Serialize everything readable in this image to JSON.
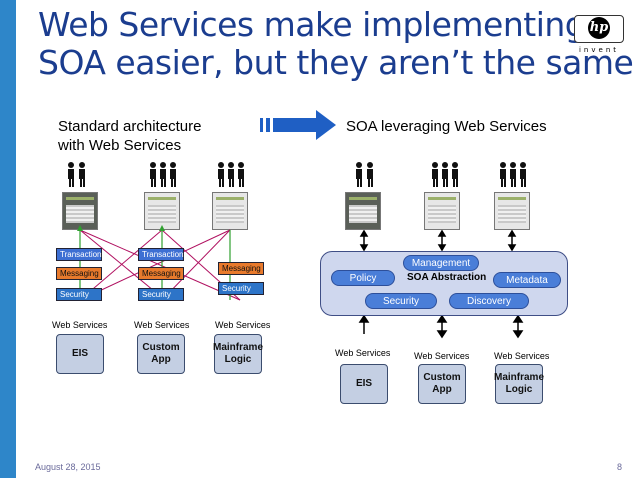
{
  "title": {
    "line1": "Web Services make implementing",
    "line2": "SOA easier, but they aren’t the same"
  },
  "logo": {
    "mark": "hp",
    "tagline": "invent"
  },
  "left_panel": {
    "heading_line1": "Standard architecture",
    "heading_line2": "with Web Services",
    "columns": [
      {
        "layers": [
          "Transactions",
          "Messaging",
          "Security"
        ],
        "ws": "Web Services",
        "system": [
          "EIS"
        ]
      },
      {
        "layers": [
          "Transactions",
          "Messaging",
          "Security"
        ],
        "ws": "Web Services",
        "system": [
          "Custom",
          "App"
        ]
      },
      {
        "layers": [
          "Messaging",
          "Security"
        ],
        "ws": "Web Services",
        "system": [
          "Mainframe",
          "Logic"
        ]
      }
    ]
  },
  "right_panel": {
    "heading": "SOA leveraging Web Services",
    "abstraction": "SOA Abstraction",
    "services": {
      "management": "Management",
      "policy": "Policy",
      "metadata": "Metadata",
      "security": "Security",
      "discovery": "Discovery"
    },
    "columns": [
      {
        "ws": "Web Services",
        "system": [
          "EIS"
        ]
      },
      {
        "ws": "Web Services",
        "system": [
          "Custom",
          "App"
        ]
      },
      {
        "ws": "Web Services",
        "system": [
          "Mainframe",
          "Logic"
        ]
      }
    ]
  },
  "footer": {
    "date": "August 28, 2015",
    "page": "8"
  },
  "colors": {
    "title": "#1b3d8f",
    "sidebar": "#2e86c9",
    "transactions": "#3d6fd3",
    "messaging": "#e87a2c",
    "security": "#2d74c8",
    "arrow": "#1f5fc4"
  }
}
